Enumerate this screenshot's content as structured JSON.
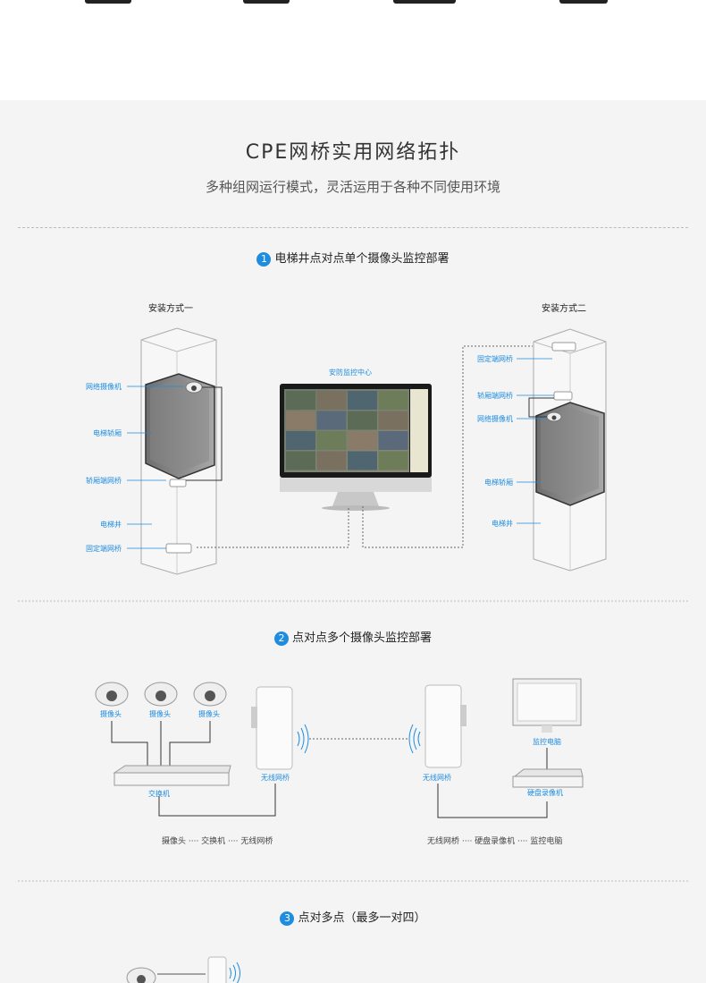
{
  "header": {
    "title": "CPE网桥实用网络拓扑",
    "subtitle": "多种组网运行模式，灵活运用于各种不同使用环境"
  },
  "section1": {
    "num": "1",
    "title": "电梯井点对点单个摄像头监控部署",
    "left_title": "安装方式一",
    "right_title": "安装方式二",
    "center_label": "安防监控中心",
    "left_labels": [
      "网络摄像机",
      "电梯轿厢",
      "轿厢端网桥",
      "电梯井",
      "固定端网桥"
    ],
    "right_labels": [
      "固定端网桥",
      "轿厢端网桥",
      "网络摄像机",
      "电梯轿厢",
      "电梯井"
    ]
  },
  "section2": {
    "num": "2",
    "title": "点对点多个摄像头监控部署",
    "cameras": [
      "摄像头",
      "摄像头",
      "摄像头"
    ],
    "switch_label": "交换机",
    "bridge_left": "无线网桥",
    "bridge_right": "无线网桥",
    "monitor_label": "监控电脑",
    "nvr_label": "硬盘录像机",
    "caption_left": "摄像头 ···· 交换机 ···· 无线网桥",
    "caption_right": "无线网桥 ···· 硬盘录像机 ···· 监控电脑"
  },
  "section3": {
    "num": "3",
    "title": "点对多点（最多一对四）"
  },
  "colors": {
    "accent": "#1e8de0",
    "background": "#f4f4f4"
  }
}
